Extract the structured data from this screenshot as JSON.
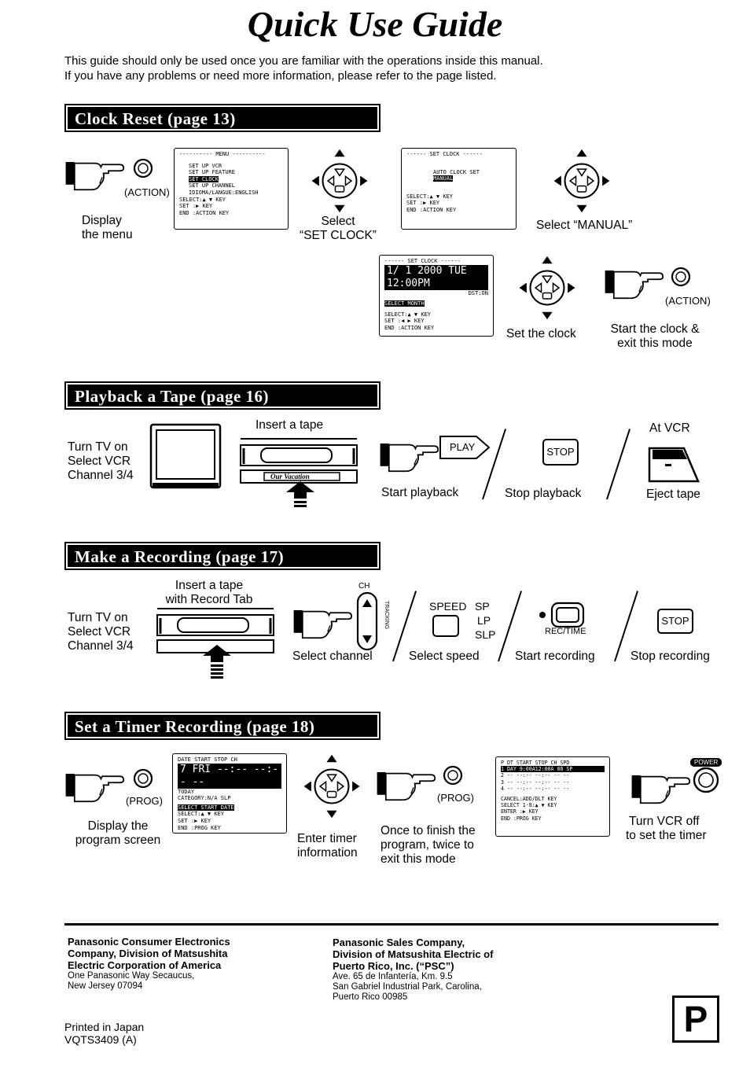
{
  "title": "Quick Use Guide",
  "intro": {
    "line1": "This guide should only be used once you are familiar with the operations inside this manual.",
    "line2": "If you have any problems or need more information, please refer to the page listed."
  },
  "clock_reset": {
    "heading": "Clock Reset (page 13)",
    "action_label": "(ACTION)",
    "step1": [
      "Display",
      "the menu"
    ],
    "menu_screen": [
      "---------- MENU ----------",
      "SET UP VCR",
      "SET UP FEATURE",
      "SET CLOCK",
      "SET UP CHANNEL",
      "IDIOMA/LANGUE:ENGLISH",
      "SELECT:▲ ▼ KEY",
      "SET    :▶ KEY",
      "END    :ACTION KEY"
    ],
    "step2": [
      "Select",
      "“SET CLOCK”"
    ],
    "set_clock_screen": [
      "------ SET CLOCK ------",
      "AUTO CLOCK SET",
      "MANUAL",
      "SELECT:▲ ▼ KEY",
      "SET    :▶ KEY",
      "END    :ACTION KEY"
    ],
    "step3": "Select “MANUAL”",
    "clock_screen": [
      "------ SET CLOCK ------",
      "1/ 1 2000 TUE 12:00PM",
      "DST:ON",
      "SELECT MONTH",
      "SELECT:▲ ▼ KEY",
      "SET    :◀ ▶ KEY",
      "END    :ACTION KEY"
    ],
    "step4": "Set the clock",
    "step5": [
      "Start the clock &",
      "exit this mode"
    ]
  },
  "playback": {
    "heading": "Playback a Tape (page 16)",
    "tv_steps": [
      "Turn TV on",
      "Select VCR",
      "Channel 3/4"
    ],
    "insert": "Insert a tape",
    "tape_label": "Our Vacation",
    "play_button": "PLAY",
    "start": "Start playback",
    "stop_button": "STOP",
    "stop": "Stop playback",
    "at_vcr": "At VCR",
    "eject": "Eject tape"
  },
  "recording": {
    "heading": "Make a Recording (page 17)",
    "insert": [
      "Insert a tape",
      "with Record Tab"
    ],
    "tv_steps": [
      "Turn TV on",
      "Select VCR",
      "Channel 3/4"
    ],
    "ch_label": "CH",
    "tracking_label": "TRACKING",
    "select_channel": "Select channel",
    "speed_label": "SPEED",
    "speeds": [
      "SP",
      "LP",
      "SLP"
    ],
    "select_speed": "Select speed",
    "rec_label": "REC/TIME",
    "start": "Start recording",
    "stop_button": "STOP",
    "stop": "Stop recording"
  },
  "timer": {
    "heading": "Set a Timer Recording (page 18)",
    "prog_label": "(PROG)",
    "step1": [
      "Display the",
      "program screen"
    ],
    "timer_screen": [
      "DATE  START  STOP  CH",
      "7 FRI --:-- --:-- --",
      "TODAY",
      "CATEGORY:N/A       SLP",
      "SELECT START DATE",
      "SELECT:▲ ▼ KEY",
      "SET    :▶ KEY",
      "END    :PROG KEY"
    ],
    "step2": [
      "Enter timer",
      "information"
    ],
    "step3": [
      "Once to finish the",
      "program, twice to",
      "exit this mode"
    ],
    "list_screen": [
      "P DT START  STOP  CH SPD",
      "1 DAY 9:00A12:00A 08 SP",
      "2 -- --:-- --:-- -- --",
      "3 -- --:-- --:-- -- --",
      "4 -- --:-- --:-- -- --",
      "CANCEL:ADD/DLT KEY",
      "SELECT 1-8:▲ ▼ KEY",
      "ENTER :▶ KEY",
      "END   :PROG KEY"
    ],
    "power_label": "POWER",
    "step4": [
      "Turn VCR off",
      "to set the timer"
    ]
  },
  "footer": {
    "left_bold": [
      "Panasonic Consumer Electronics",
      "Company, Division of Matsushita",
      "Electric Corporation of America"
    ],
    "left_addr": [
      "One Panasonic Way Secaucus,",
      "New Jersey 07094"
    ],
    "right_bold": [
      "Panasonic Sales Company,",
      "Division of Matsushita Electric of",
      "Puerto Rico, Inc. (“PSC”)"
    ],
    "right_addr": [
      "Ave. 65 de Infantería, Km. 9.5",
      "San Gabriel Industrial Park, Carolina,",
      "Puerto Rico 00985"
    ],
    "printed": "Printed in Japan",
    "code": "VQTS3409  (A)",
    "p_mark": "P"
  }
}
